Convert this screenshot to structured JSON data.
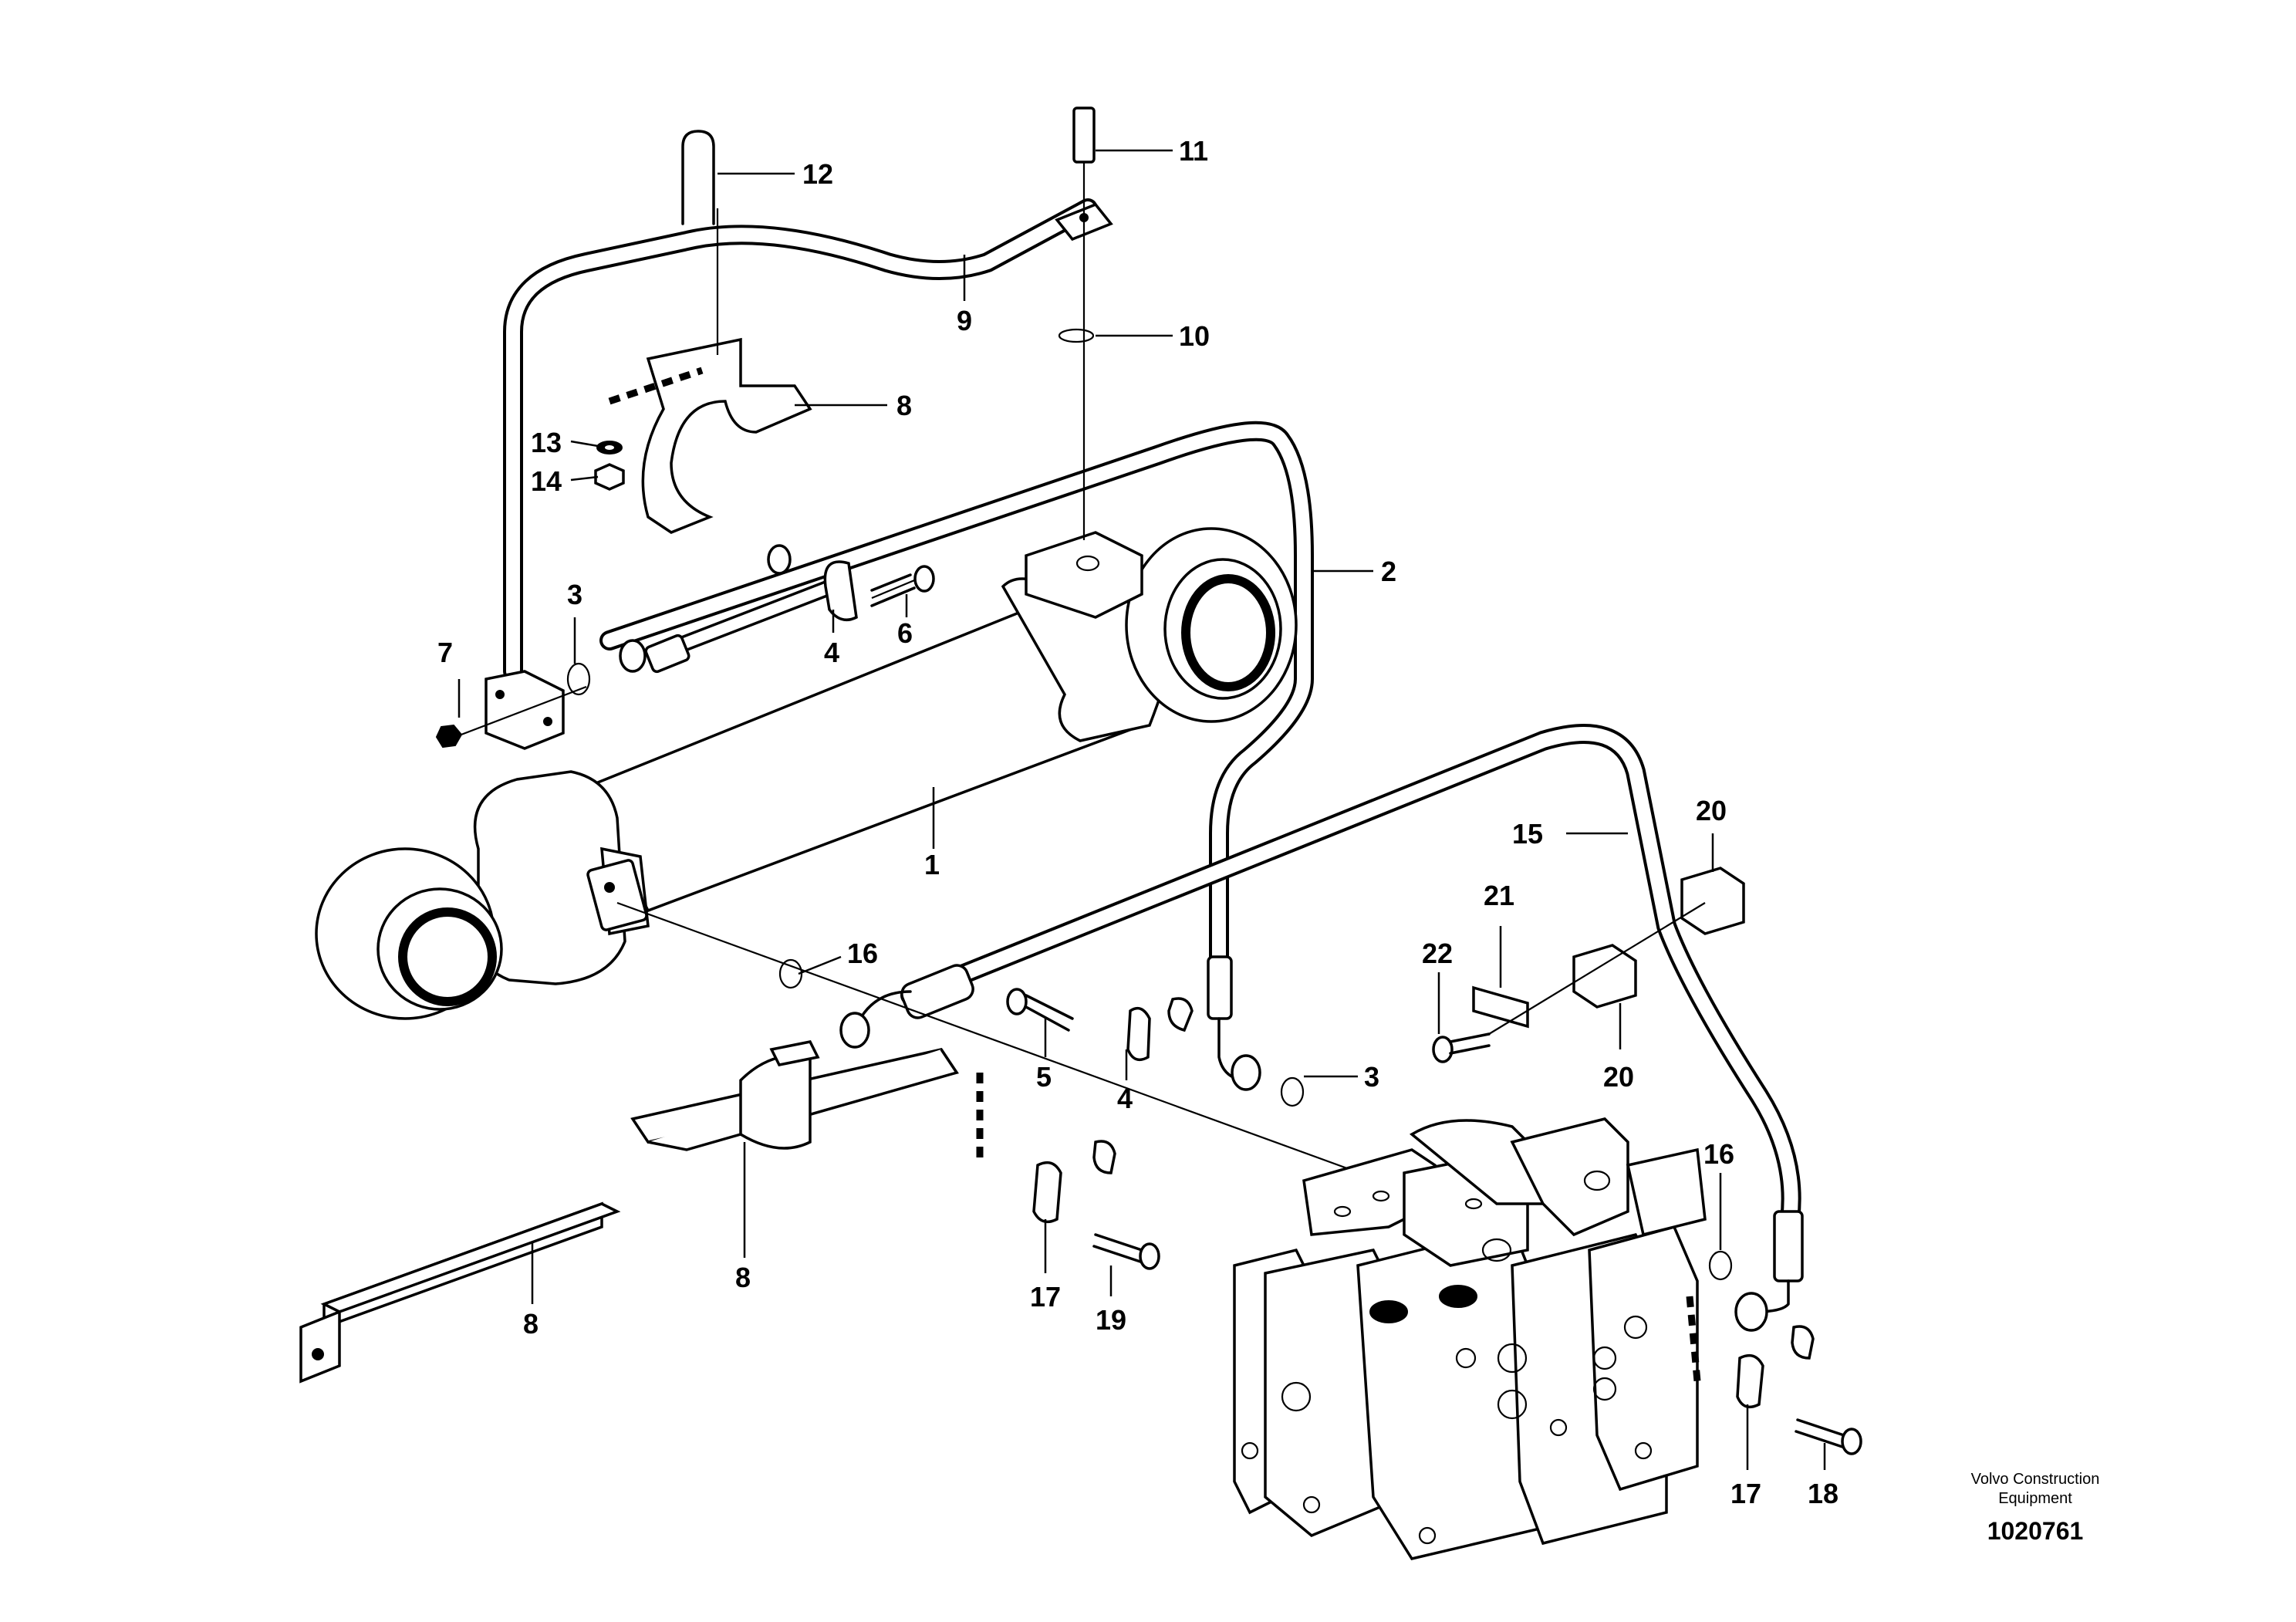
{
  "callouts": {
    "c1": "1",
    "c2": "2",
    "c3a": "3",
    "c3b": "3",
    "c4a": "4",
    "c4b": "4",
    "c5": "5",
    "c6": "6",
    "c7": "7",
    "c8a": "8",
    "c8b": "8",
    "c8c": "8",
    "c9": "9",
    "c10": "10",
    "c11": "11",
    "c12": "12",
    "c13": "13",
    "c14": "14",
    "c15": "15",
    "c16a": "16",
    "c16b": "16",
    "c17a": "17",
    "c17b": "17",
    "c18": "18",
    "c19": "19",
    "c20a": "20",
    "c20b": "20",
    "c21": "21",
    "c22": "22"
  },
  "footer": {
    "brand_line1": "Volvo Construction",
    "brand_line2": "Equipment",
    "drawing_number": "1020761"
  }
}
